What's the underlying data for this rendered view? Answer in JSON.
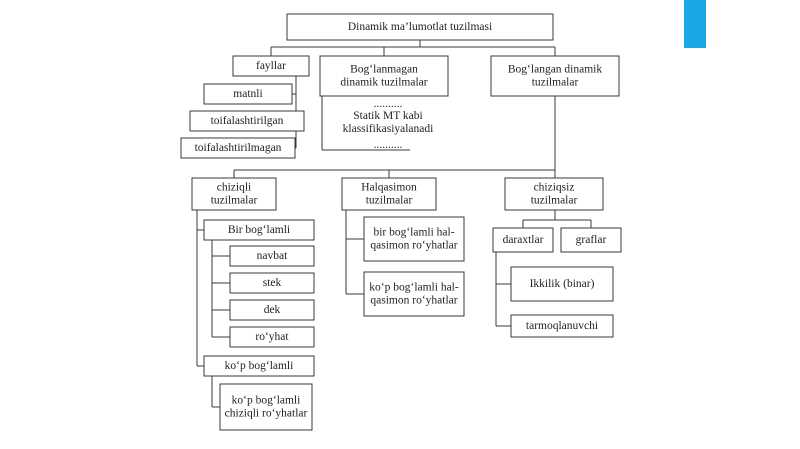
{
  "colors": {
    "accent": "#1aa7e8",
    "line": "#3a3a3a",
    "text": "#222222"
  },
  "nodes": {
    "root": "Dinamik ma’lumotlat tuzilmasi",
    "fayllar": "fayllar",
    "matnli": "matnli",
    "toifalashtirilgan": "toifalashtirilgan",
    "toifalashtirilmagan": "toifalashtirilmagan",
    "boglanmagan": [
      "Bog‘lanmagan",
      "dinamik tuzilmalar"
    ],
    "boglanmagan_note": [
      "..........",
      "Statik MT kabi",
      "klassifikasiyalanadi",
      ".........."
    ],
    "boglangan": [
      "Bog‘langan dinamik",
      "tuzilmalar"
    ],
    "chiziqli": [
      "chiziqli",
      "tuzilmalar"
    ],
    "halqasimon": [
      "Halqasimon",
      "tuzilmalar"
    ],
    "chiziqsiz": [
      "chiziqsiz",
      "tuzilmalar"
    ],
    "bir_boglamli": "Bir bog‘lamli",
    "navbat": "navbat",
    "stek": "stek",
    "dek": "dek",
    "royhat": "ro‘yhat",
    "kop_boglamli": "ko‘p bog‘lamli",
    "kop_chiziqli": [
      "ko‘p bog‘lamli",
      "chiziqli ro‘yhatlar"
    ],
    "bir_halqa": [
      "bir bog‘lamli hal-",
      "qasimon ro‘yhatlar"
    ],
    "kop_halqa": [
      "ko‘p bog‘lamli hal-",
      "qasimon ro‘yhatlar"
    ],
    "daraxtlar": "daraxtlar",
    "graflar": "graflar",
    "ikkilik": "Ikkilik (binar)",
    "tarmoqlanuvchi": "tarmoqlanuvchi"
  }
}
